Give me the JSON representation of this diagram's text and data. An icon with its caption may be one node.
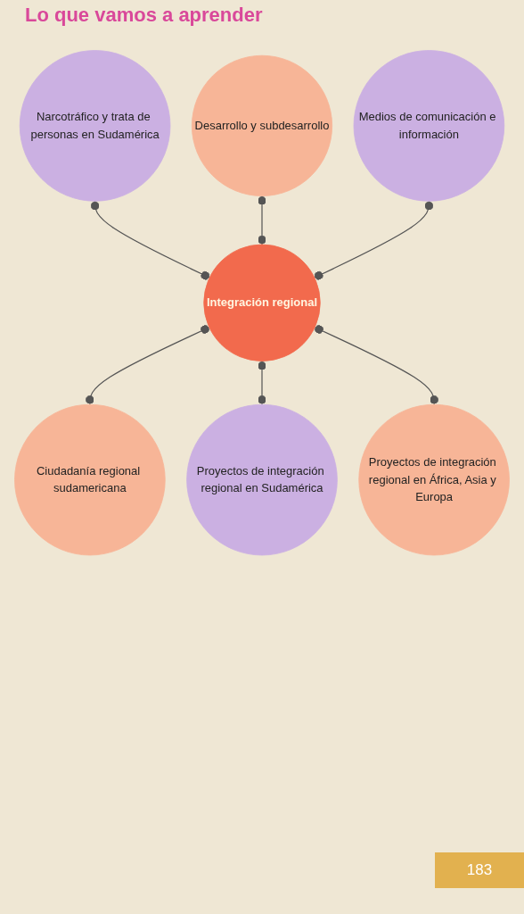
{
  "diagram": {
    "title": "Lo que vamos a aprender",
    "nodes": [
      {
        "text": [
          "Desarrollo y subdesarrollo"
        ]
      },
      {
        "text": [
          "Narcotráfico y trata de personas en Sudamérica"
        ]
      },
      {
        "text": [
          "Medios de comunicación e información"
        ]
      },
      {
        "text": [
          "Integración regional"
        ]
      },
      {
        "text": [
          "Ciudadanía regional sudamericana"
        ]
      },
      {
        "text": [
          "Proyectos de integración regional en África, Asia y Europa"
        ]
      },
      {
        "text": [
          "Proyectos de integración regional en Sudamérica"
        ]
      }
    ],
    "edges": [
      {
        "from": 1,
        "to": 3,
        "arrow": "other"
      },
      {
        "from": 0,
        "to": 3,
        "arrow": "other"
      },
      {
        "from": 2,
        "to": 3,
        "arrow": "other"
      },
      {
        "from": 3,
        "to": 4,
        "arrow": "other"
      },
      {
        "from": 3,
        "to": 6,
        "arrow": "other"
      },
      {
        "from": 3,
        "to": 5,
        "arrow": "other"
      }
    ],
    "labels": [
      "183"
    ]
  }
}
